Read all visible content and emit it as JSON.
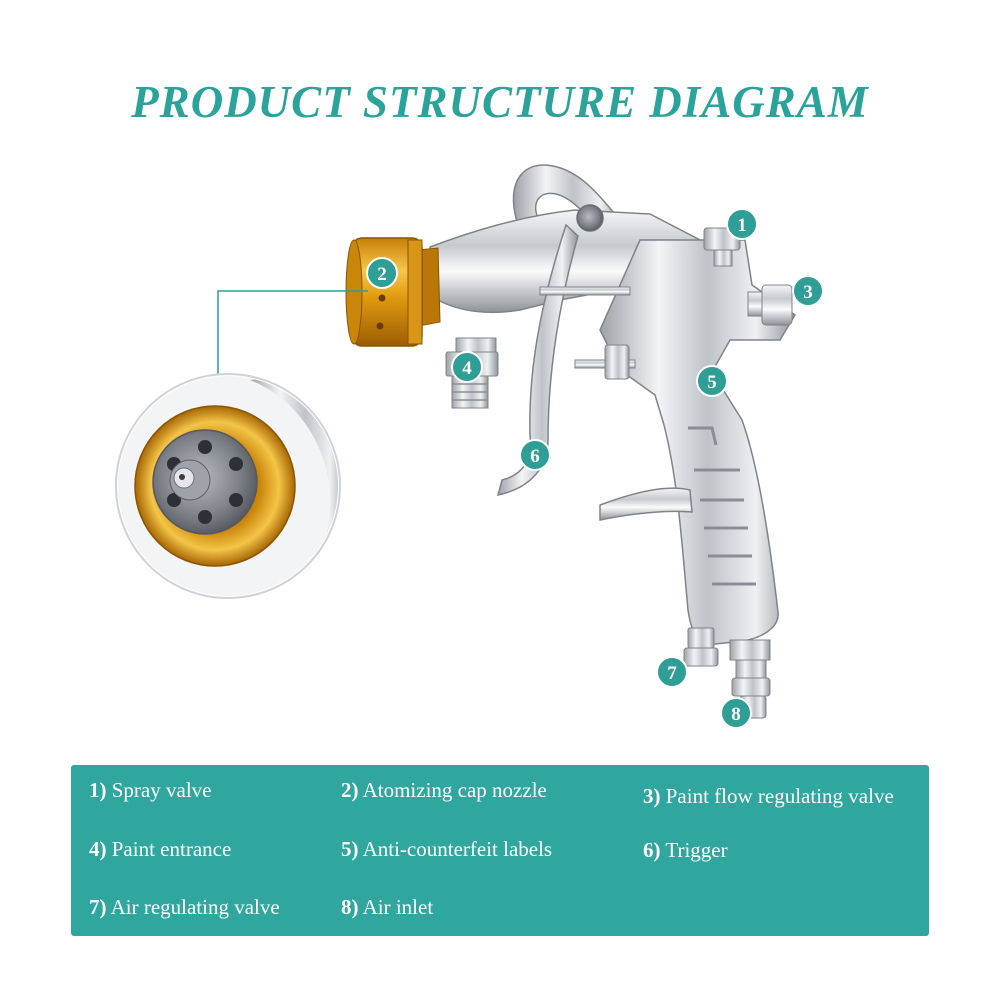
{
  "title": "PRODUCT STRUCTURE DIAGRAM",
  "markers": [
    "1",
    "2",
    "3",
    "4",
    "5",
    "6",
    "7",
    "8"
  ],
  "legend": [
    {
      "num": "1)",
      "label": "Spray valve"
    },
    {
      "num": "2)",
      "label": "Atomizing cap nozzle"
    },
    {
      "num": "3)",
      "label": "Paint flow regulating valve"
    },
    {
      "num": "4)",
      "label": "Paint entrance"
    },
    {
      "num": "5)",
      "label": "Anti-counterfeit labels"
    },
    {
      "num": "6)",
      "label": "Trigger"
    },
    {
      "num": "7)",
      "label": "Air regulating valve"
    },
    {
      "num": "8)",
      "label": "Air inlet"
    }
  ],
  "colors": {
    "accent": "#2fa79f",
    "brass": "#e3a51a",
    "metal": "#c9ccd1"
  },
  "icons": [
    "spray-gun-image",
    "nozzle-detail-image"
  ]
}
